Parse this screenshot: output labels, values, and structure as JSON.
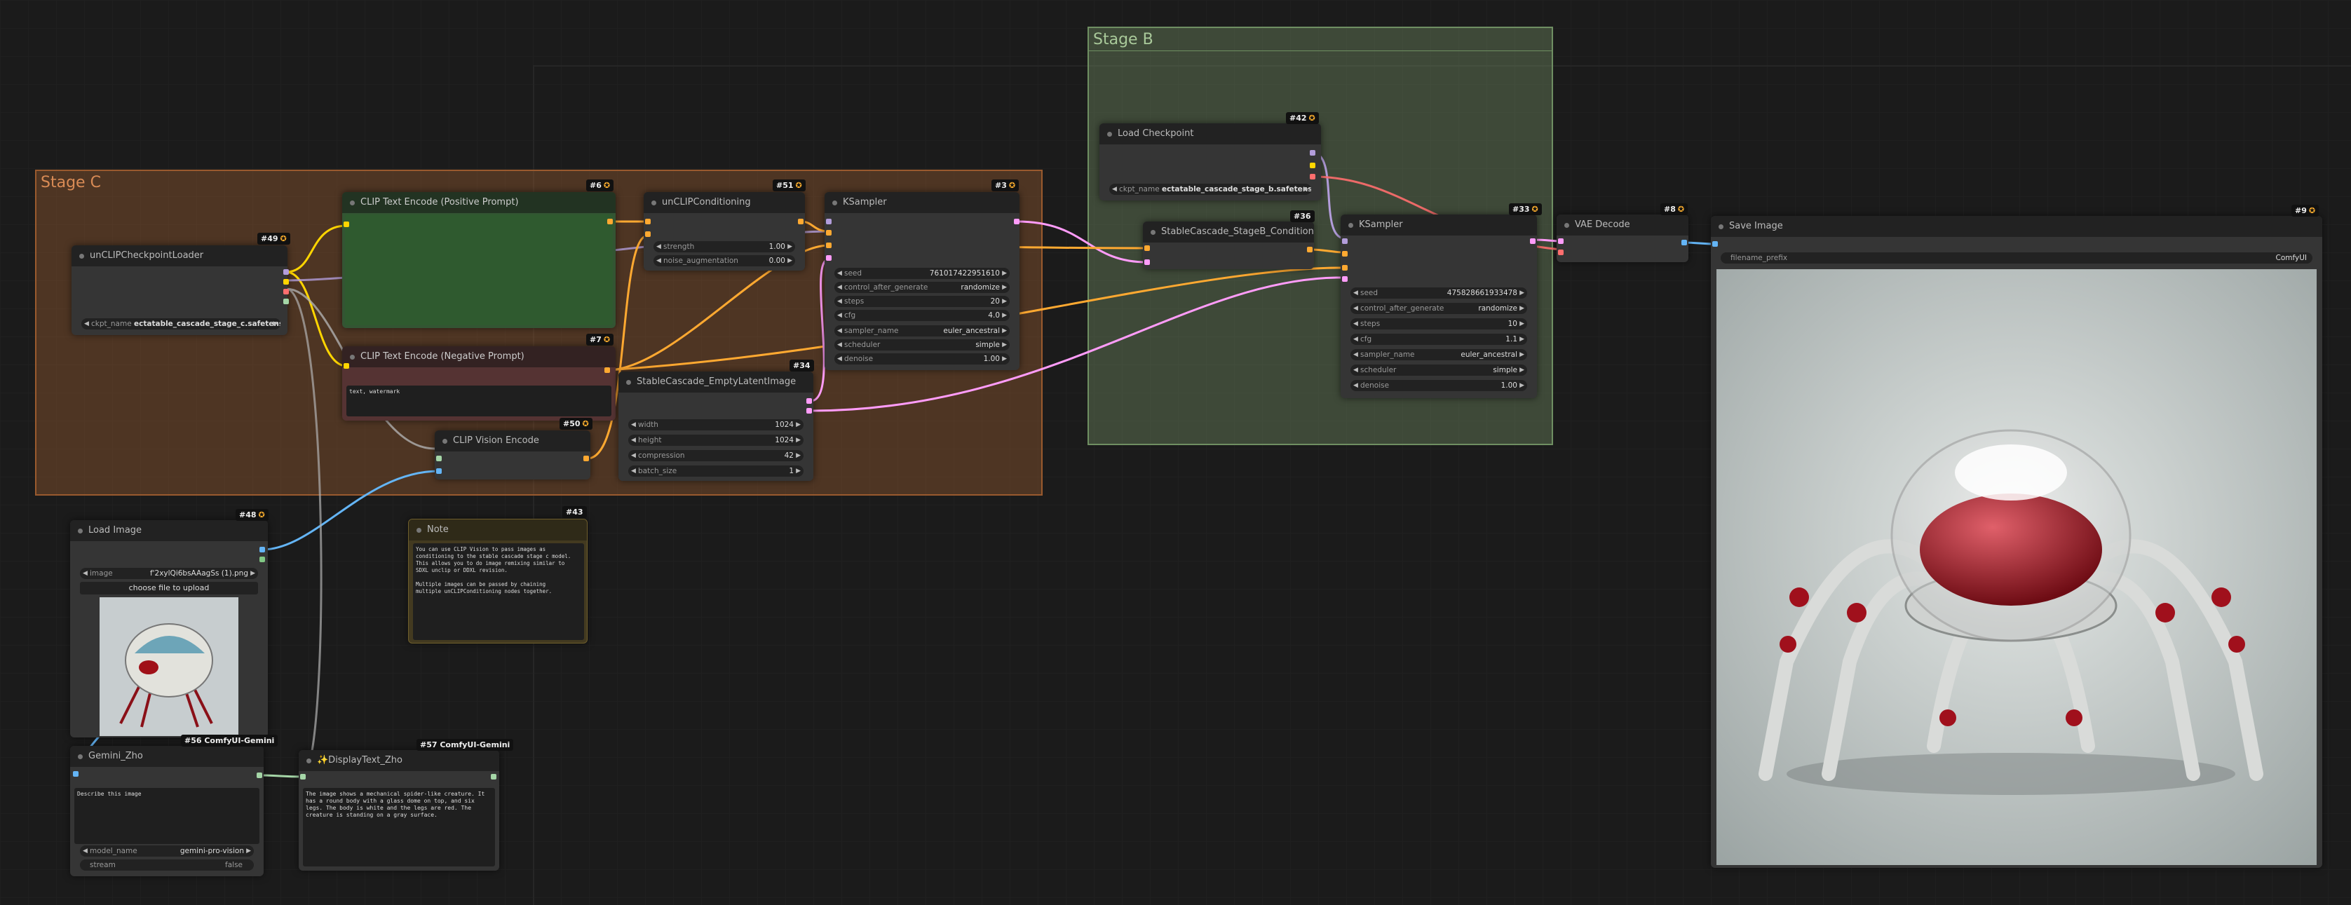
{
  "groups": {
    "stage_c": {
      "title": "Stage C"
    },
    "stage_b": {
      "title": "Stage B"
    }
  },
  "nodes": {
    "unclip_loader": {
      "id": "#49",
      "title": "unCLIPCheckpointLoader",
      "ckpt_label": "ckpt_name",
      "ckpt_value": "ectatable_cascade_stage_c.safetensors"
    },
    "clip_pos": {
      "id": "#6",
      "title": "CLIP Text Encode (Positive Prompt)",
      "text": ""
    },
    "clip_neg": {
      "id": "#7",
      "title": "CLIP Text Encode (Negative Prompt)",
      "text": "text, watermark"
    },
    "clip_vision": {
      "id": "#50",
      "title": "CLIP Vision Encode"
    },
    "unclip_cond": {
      "id": "#51",
      "title": "unCLIPConditioning",
      "strength_label": "strength",
      "strength": "1.00",
      "noise_label": "noise_augmentation",
      "noise": "0.00"
    },
    "ksampler_c": {
      "id": "#3",
      "title": "KSampler",
      "seed": "761017422951610",
      "control": "randomize",
      "steps": "20",
      "cfg": "4.0",
      "sampler": "euler_ancestral",
      "scheduler": "simple",
      "denoise": "1.00"
    },
    "empty_latent": {
      "id": "#34",
      "title": "StableCascade_EmptyLatentImage",
      "width": "1024",
      "height": "1024",
      "compression": "42",
      "batch_size": "1"
    },
    "load_ckpt": {
      "id": "#42",
      "title": "Load Checkpoint",
      "ckpt_label": "ckpt_name",
      "ckpt_value": "ectatable_cascade_stage_b.safetensors"
    },
    "stageb_cond": {
      "id": "#36",
      "title": "StableCascade_StageB_Conditioning"
    },
    "ksampler_b": {
      "id": "#33",
      "title": "KSampler",
      "seed": "475828661933478",
      "control": "randomize",
      "steps": "10",
      "cfg": "1.1",
      "sampler": "euler_ancestral",
      "scheduler": "simple",
      "denoise": "1.00"
    },
    "vae_decode": {
      "id": "#8",
      "title": "VAE Decode"
    },
    "save_image": {
      "id": "#9",
      "title": "Save Image",
      "prefix_label": "filename_prefix",
      "prefix_value": "ComfyUI"
    },
    "load_image": {
      "id": "#48",
      "title": "Load Image",
      "image_label": "image",
      "image_value": "f'2xylQi6bsAAagSs (1).png",
      "upload_label": "choose file to upload"
    },
    "note": {
      "id": "#43",
      "title": "Note",
      "text": "You can use CLIP Vision to pass images as\nconditioning to the stable cascade stage c model.\nThis allows you to do image remixing similar to\nSDXL unclip or DDXL revision.\n\nMultiple images can be passed by chaining\nmultiple unCLIPConditioning nodes together."
    },
    "gemini": {
      "id": "#56 ComfyUI-Gemini",
      "title": "Gemini_Zho",
      "prompt": "Describe this image",
      "model_label": "model_name",
      "model_value": "gemini-pro-vision",
      "stream_label": "stream",
      "stream_value": "false"
    },
    "display": {
      "id": "#57 ComfyUI-Gemini",
      "title": "✨DisplayText_Zho",
      "text": "The image shows a mechanical spider-like creature. It\nhas a round body with a glass dome on top, and six\nlegs. The body is white and the legs are red. The\ncreature is standing on a gray surface."
    }
  },
  "widget_labels": {
    "seed": "seed",
    "control": "control_after_generate",
    "steps": "steps",
    "cfg": "cfg",
    "sampler": "sampler_name",
    "scheduler": "scheduler",
    "denoise": "denoise",
    "width": "width",
    "height": "height",
    "compression": "compression",
    "batch_size": "batch_size"
  },
  "colors": {
    "canvas": "#1b1b1b",
    "stage_c": "#b06634",
    "stage_b": "#88aa77",
    "clip_wire": "#ffd500",
    "cond_wire": "#ffa931",
    "latent_wire": "#ff9cf9",
    "image_wire": "#64b5f6",
    "model_wire": "#b39ddb",
    "vae_wire": "#ff6e6e"
  }
}
